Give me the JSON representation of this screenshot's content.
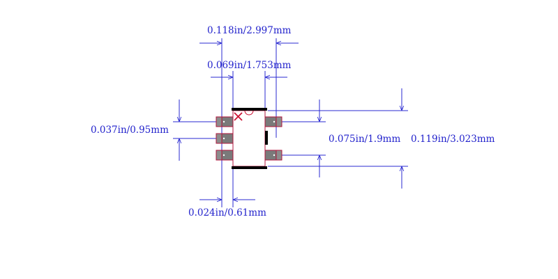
{
  "colors": {
    "dimension": "#2a2ad0",
    "pad_fill": "#8c8c8c",
    "pad_outline": "#b0163c",
    "body_outline": "#b0163c",
    "silkscreen": "#000000",
    "pin1_marker": "#cc1133"
  },
  "labels": {
    "overall_width": "0.118in/2.997mm",
    "body_width": "0.069in/1.753mm",
    "pin_pitch": "0.037in/0.95mm",
    "pad_span": "0.075in/1.9mm",
    "overall_height": "0.119in/3.023mm",
    "pad_width": "0.024in/0.61mm"
  },
  "footprint": {
    "left_pads": 3,
    "right_pads": 2,
    "pin1_marker_icon": "x-cross-icon",
    "notch_icon": "semicircle-notch-icon"
  }
}
